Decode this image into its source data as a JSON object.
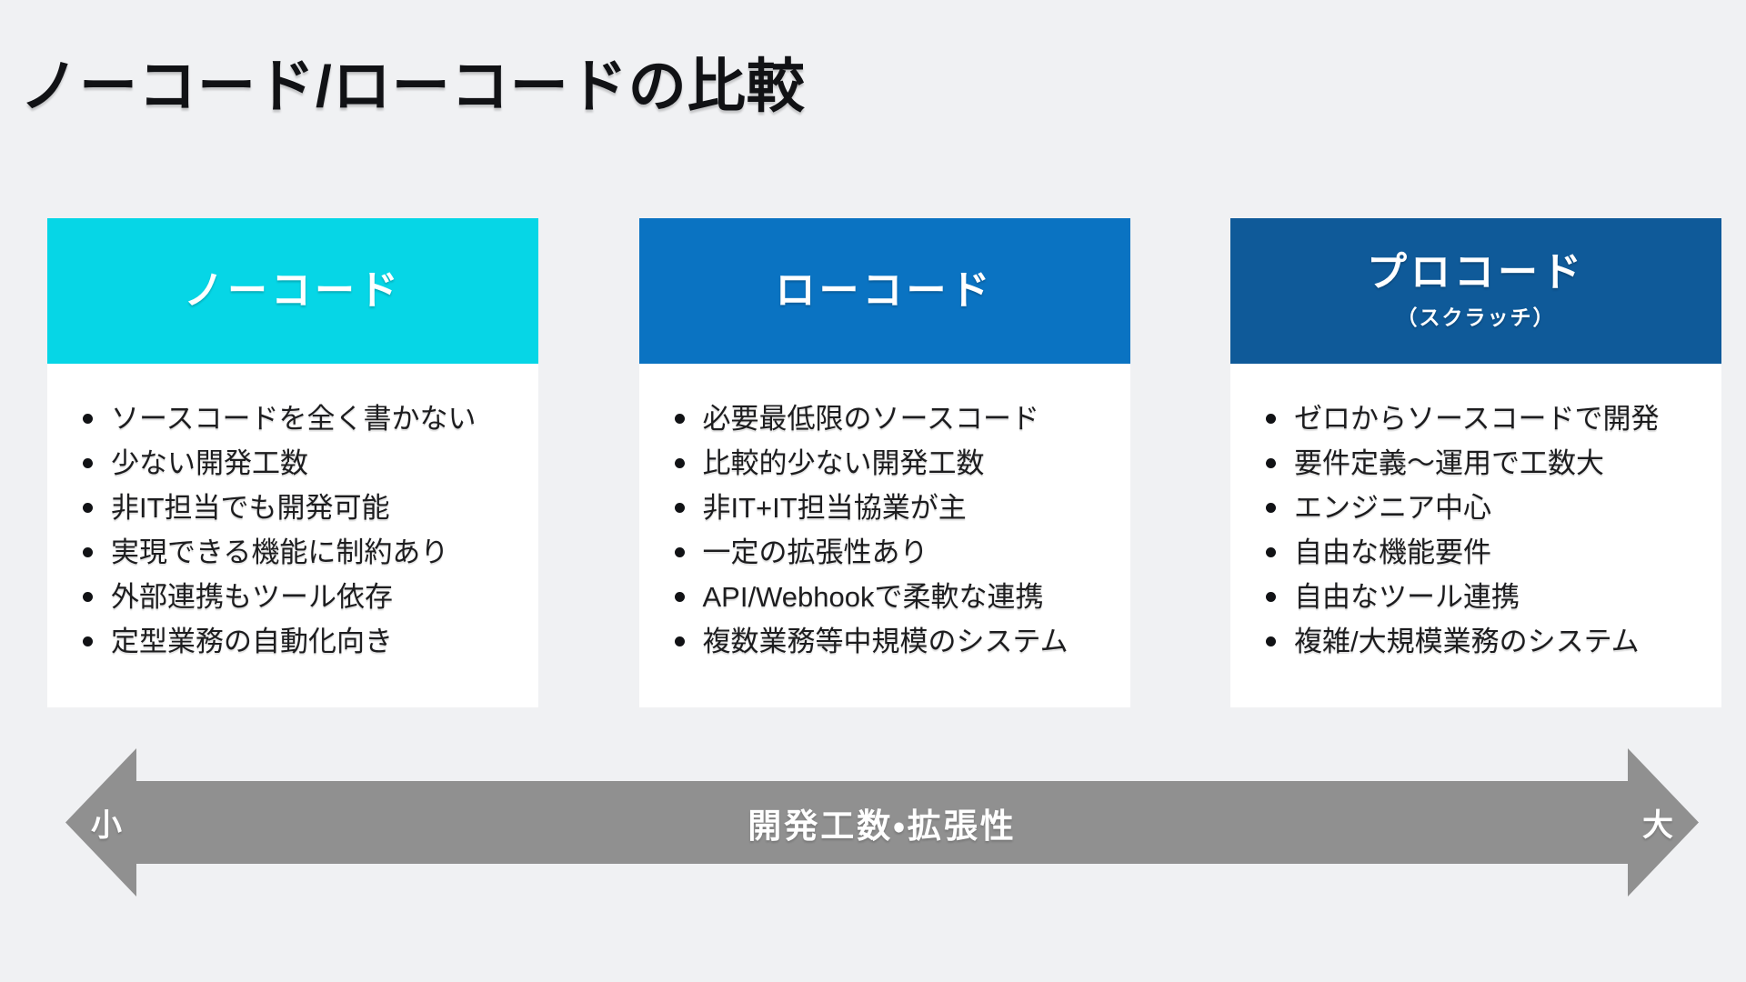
{
  "page": {
    "title": "ノーコード/ローコードの比較",
    "background_color": "#f0f1f3"
  },
  "columns": [
    {
      "id": "no-code",
      "header": {
        "title": "ノーコード",
        "color": "#06d6e6",
        "text_color": "#ffffff"
      },
      "bullets": [
        "ソースコードを全く書かない",
        "少ない開発工数",
        "非IT担当でも開発可能",
        "実現できる機能に制約あり",
        "外部連携もツール依存",
        "定型業務の自動化向き"
      ]
    },
    {
      "id": "low-code",
      "header": {
        "title": "ローコード",
        "color": "#0a73c2",
        "text_color": "#ffffff"
      },
      "bullets": [
        "必要最低限のソースコード",
        "比較的少ない開発工数",
        "非IT+IT担当協業が主",
        "一定の拡張性あり",
        "API/Webhookで柔軟な連携",
        "複数業務等中規模のシステム"
      ]
    },
    {
      "id": "pro-code",
      "header": {
        "title": "プロコード",
        "subtitle": "（スクラッチ）",
        "color": "#0f5a99",
        "text_color": "#ffffff"
      },
      "bullets": [
        "ゼロからソースコードで開発",
        "要件定義～運用で工数大",
        "エンジニア中心",
        "自由な機能要件",
        "自由なツール連携",
        "複雑/大規模業務のシステム"
      ]
    }
  ],
  "axis": {
    "left_label": "小",
    "center_label": "開発工数・拡張性",
    "right_label": "大",
    "color": "#909090",
    "text_color": "#ffffff"
  }
}
